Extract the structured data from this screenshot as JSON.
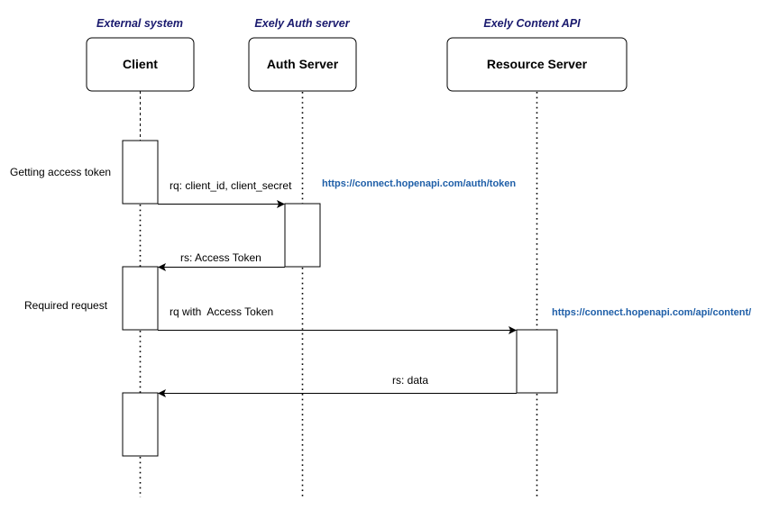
{
  "groups": {
    "client": "External system",
    "auth": "Exely Auth server",
    "resource": "Exely Content API"
  },
  "actors": {
    "client": "Client",
    "auth": "Auth Server",
    "resource": "Resource Server"
  },
  "steps": {
    "getting_token": "Getting access token",
    "required_request": "Required request"
  },
  "messages": {
    "rq_credentials": "rq: client_id, client_secret",
    "rs_token": "rs: Access Token",
    "rq_with_token": "rq with  Access Token",
    "rs_data": "rs: data"
  },
  "urls": {
    "auth": "https://connect.hopenapi.com/auth/token",
    "content": "https://connect.hopenapi.com/api/content/"
  },
  "colors": {
    "group_label": "#1a1a6e",
    "url": "#1f5fa8"
  }
}
